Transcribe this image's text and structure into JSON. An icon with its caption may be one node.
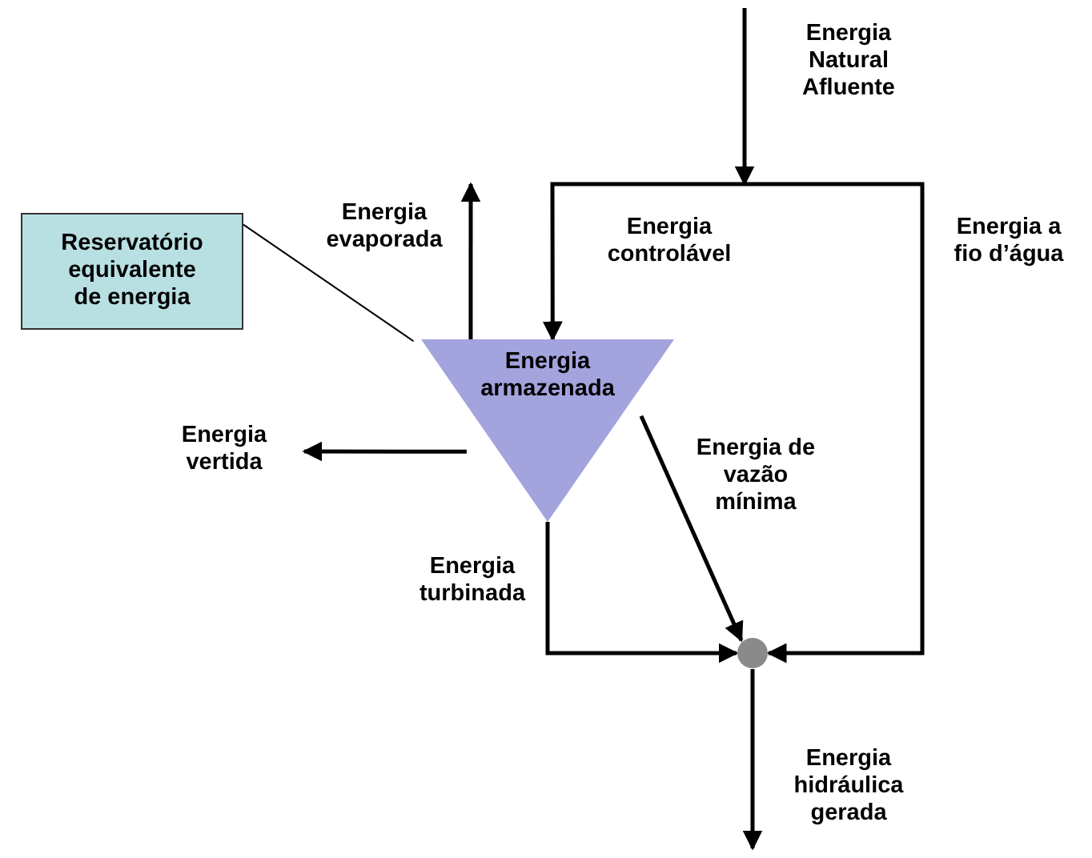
{
  "diagram": {
    "nodes": [
      {
        "text": [
          "Reservatório equivalente de energia"
        ]
      },
      {
        "text": [
          "Energia armazenada"
        ]
      },
      {
        "text": [],
        "shape": "circle"
      }
    ],
    "edges": [
      {
        "from": null,
        "to": 1,
        "arrow": "to",
        "label": "Energia controlável"
      },
      {
        "from": null,
        "to": 2,
        "arrow": "to",
        "label": "Energia a fio d’água"
      },
      {
        "from": 1,
        "to": null,
        "arrow": "to",
        "label": "Energia evaporada"
      },
      {
        "from": 1,
        "to": null,
        "arrow": "to",
        "label": "Energia vertida"
      },
      {
        "from": 1,
        "to": 2,
        "arrow": "to",
        "label": "Energia de vazão mínima"
      },
      {
        "from": 1,
        "to": 2,
        "arrow": "to",
        "label": "Energia turbinada"
      },
      {
        "from": 2,
        "to": null,
        "arrow": "to",
        "label": "Energia hidráulica gerada"
      },
      {
        "from": 0,
        "to": 1,
        "arrow": "none"
      }
    ],
    "labels": [
      "Energia Natural Afluente"
    ]
  }
}
